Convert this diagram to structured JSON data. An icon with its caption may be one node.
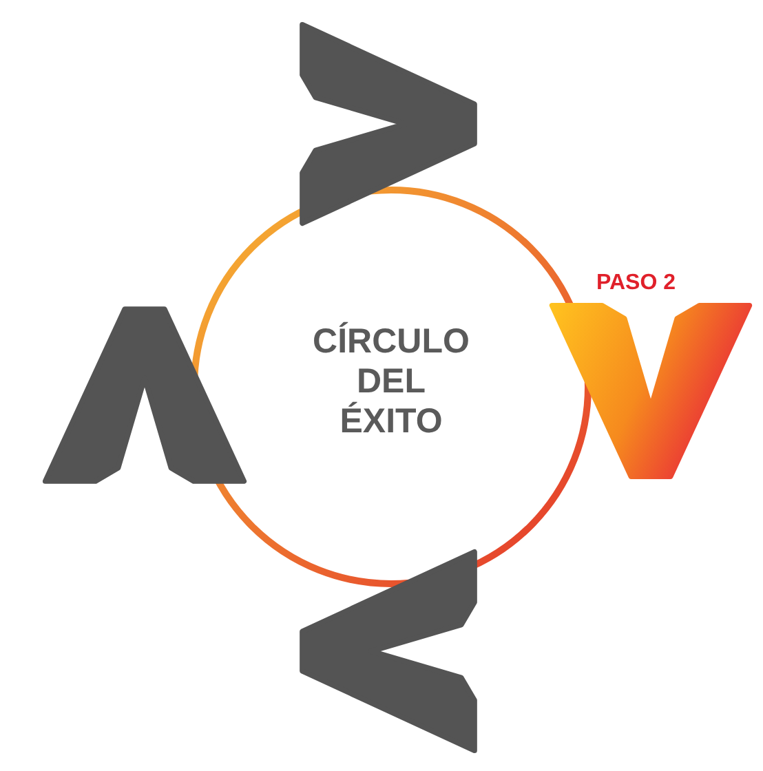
{
  "diagram": {
    "nodes": [
      {
        "text": [
          "CÍRCULO DEL ÉXITO"
        ]
      },
      {
        "text": [],
        "shape": "chevron"
      },
      {
        "text": [
          "PASO 2"
        ]
      },
      {
        "text": [],
        "shape": "chevron"
      },
      {
        "text": [],
        "shape": "chevron"
      }
    ]
  }
}
